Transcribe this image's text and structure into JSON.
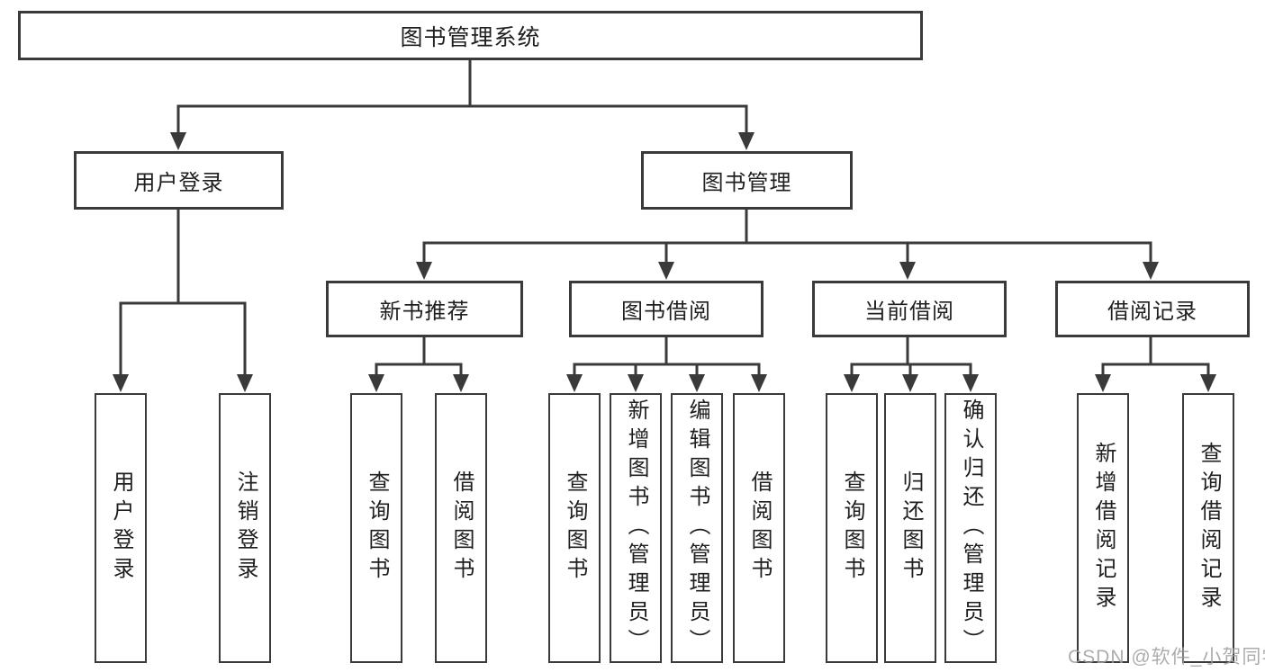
{
  "tree": {
    "root": "图书管理系统",
    "branches": [
      {
        "label": "用户登录",
        "children": [
          "用户登录",
          "注销登录"
        ]
      },
      {
        "label": "图书管理",
        "sections": [
          {
            "label": "新书推荐",
            "children": [
              "查询图书",
              "借阅图书"
            ]
          },
          {
            "label": "图书借阅",
            "children": [
              "查询图书",
              "新增图书（管理员）",
              "编辑图书（管理员）",
              "借阅图书"
            ]
          },
          {
            "label": "当前借阅",
            "children": [
              "查询图书",
              "归还图书",
              "确认归还（管理员）"
            ]
          },
          {
            "label": "借阅记录",
            "children": [
              "新增借阅记录",
              "查询借阅记录"
            ]
          }
        ]
      }
    ]
  },
  "watermark": "CSDN @软件_小贺同学",
  "colors": {
    "line": "#3a3a3a",
    "text": "#1f1f1f",
    "background": "#ffffff",
    "watermark": "#9e9e9e"
  }
}
